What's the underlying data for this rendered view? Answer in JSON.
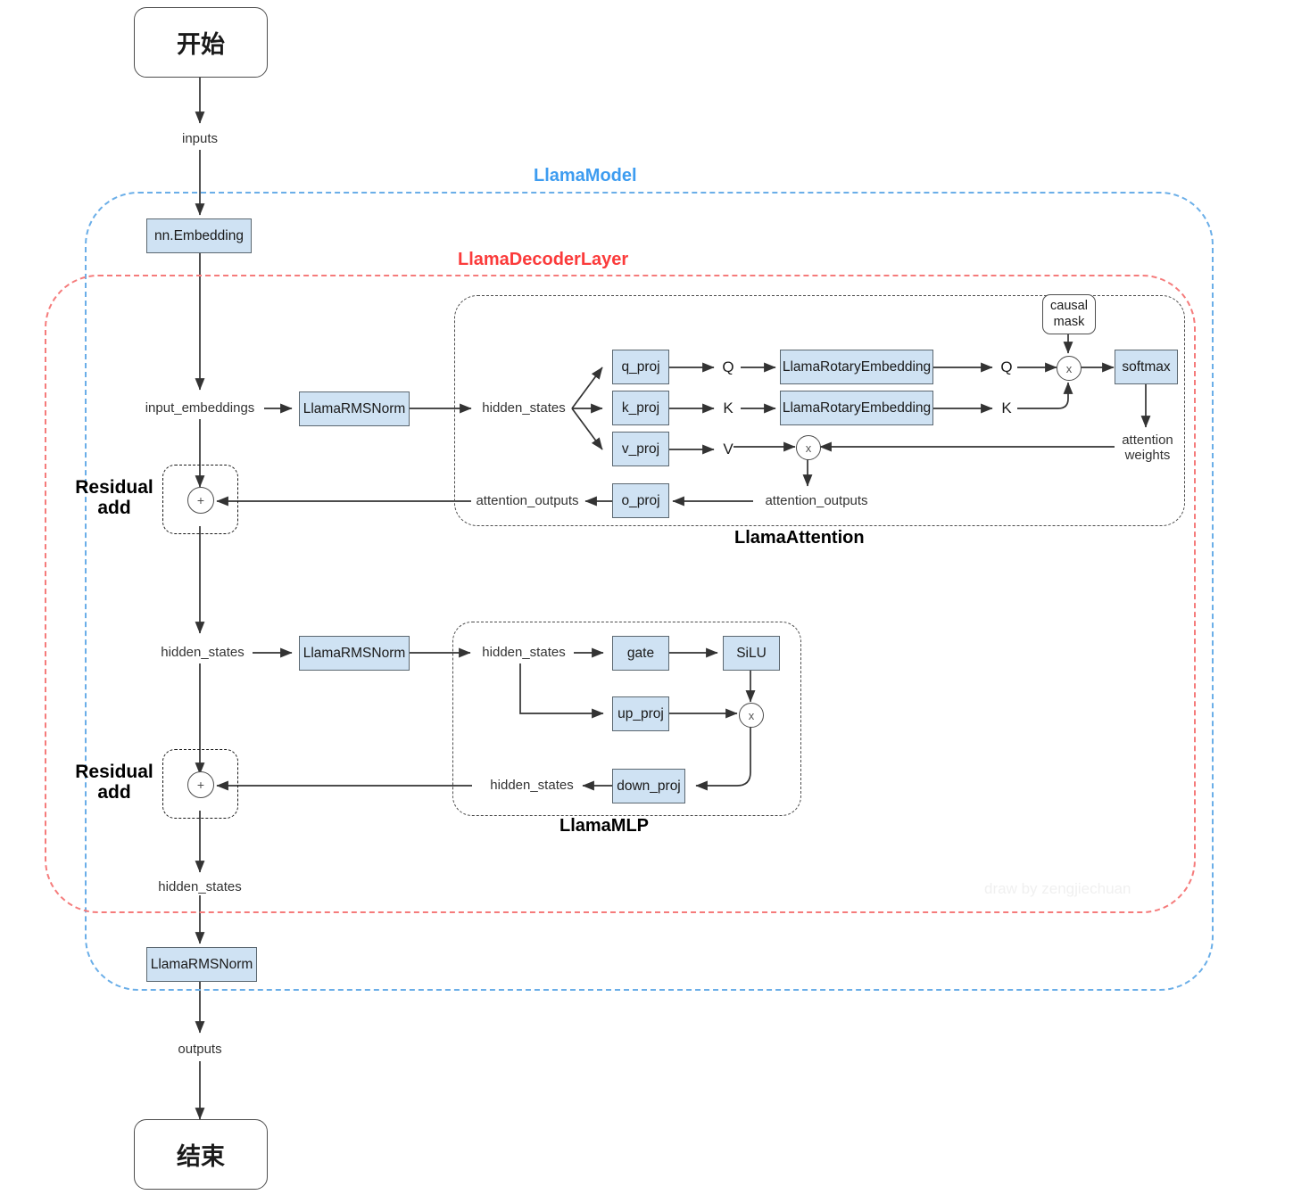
{
  "diagram": {
    "title_watermark": "draw by zengjiechuan",
    "groups": {
      "model": "LlamaModel",
      "decoder": "LlamaDecoderLayer",
      "attention": "LlamaAttention",
      "mlp": "LlamaMLP"
    },
    "terminals": {
      "start": "开始",
      "end": "结束"
    },
    "nodes": {
      "embedding": "nn.Embedding",
      "rmsnorm_attn": "LlamaRMSNorm",
      "rmsnorm_mlp": "LlamaRMSNorm",
      "rmsnorm_final": "LlamaRMSNorm",
      "q_proj": "q_proj",
      "k_proj": "k_proj",
      "v_proj": "v_proj",
      "o_proj": "o_proj",
      "rotary_q": "LlamaRotaryEmbedding",
      "rotary_k": "LlamaRotaryEmbedding",
      "softmax": "softmax",
      "causal_mask": "causal\nmask",
      "causal_mask_line1": "causal",
      "causal_mask_line2": "mask",
      "gate": "gate",
      "silu": "SiLU",
      "up_proj": "up_proj",
      "down_proj": "down_proj"
    },
    "edge_labels": {
      "inputs": "inputs",
      "input_embeddings": "input_embeddings",
      "hidden_states_attn": "hidden_states",
      "hidden_states_mid": "hidden_states",
      "hidden_states_mlp_in": "hidden_states",
      "hidden_states_mlp_out": "hidden_states",
      "hidden_states_out": "hidden_states",
      "attention_outputs_left": "attention_outputs",
      "attention_outputs_right": "attention_outputs",
      "attention_weights_line1": "attention",
      "attention_weights_line2": "weights",
      "outputs": "outputs",
      "q1": "Q",
      "q2": "Q",
      "k1": "K",
      "k2": "K",
      "v": "V"
    },
    "operators": {
      "residual_add_1_line1": "Residual",
      "residual_add_1_line2": "add",
      "residual_add_2_line1": "Residual",
      "residual_add_2_line2": "add",
      "plus_1": "+",
      "plus_2": "+",
      "mul_qk": "x",
      "mul_av": "x",
      "mul_mlp": "x"
    },
    "colors": {
      "box_fill": "#cfe2f3",
      "box_stroke": "#5b6770",
      "model_group": "#3d9cf0",
      "decoder_group": "#fb3b3b",
      "edge": "#333333"
    }
  }
}
